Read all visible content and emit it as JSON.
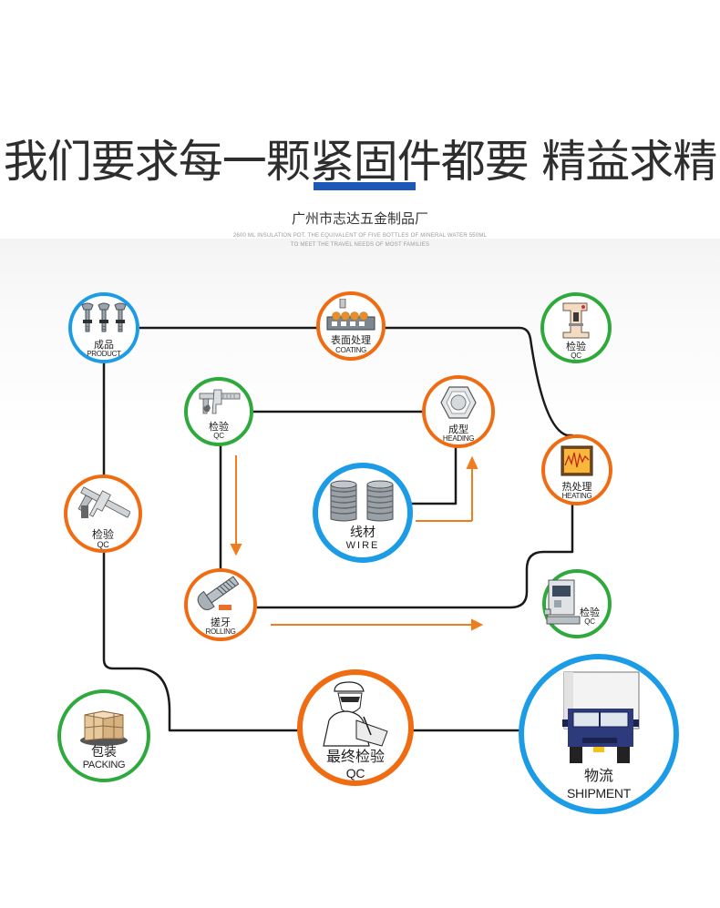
{
  "header": {
    "title": "我们要求每一颗紧固件都要 精益求精",
    "company": "广州市志达五金制品厂",
    "tagline_line1": "2600 ML INSULATION POT, THE EQUIVALENT OF FIVE BOTTLES OF MINERAL WATER 550ML",
    "tagline_line2": "TO MEET THE TRAVEL NEEDS OF MOST FAMILIES"
  },
  "nodes": {
    "product": {
      "cn": "成品",
      "en": "PRODUCT",
      "ring": "#1c9be6",
      "icon": "bolts-icon"
    },
    "coating": {
      "cn": "表面处理",
      "en": "COATING",
      "ring": "#ef6c12",
      "icon": "coating-line-icon"
    },
    "qc_top": {
      "cn": "检验",
      "en": "QC",
      "ring": "#2eaa3d",
      "icon": "hardness-tester-icon"
    },
    "qc_inner": {
      "cn": "检验",
      "en": "QC",
      "ring": "#2eaa3d",
      "icon": "caliper-icon"
    },
    "heading": {
      "cn": "成型",
      "en": "HEADING",
      "ring": "#ef6c12",
      "icon": "hex-bolt-head-icon"
    },
    "heating": {
      "cn": "热处理",
      "en": "HEATING",
      "ring": "#ef6c12",
      "icon": "furnace-chart-icon"
    },
    "wire": {
      "cn": "线材",
      "en": "WIRE",
      "ring": "#1c9be6",
      "icon": "wire-coils-icon"
    },
    "qc_left": {
      "cn": "检验",
      "en": "QC",
      "ring": "#ef6c12",
      "icon": "caliper-icon"
    },
    "rolling": {
      "cn": "搓牙",
      "en": "ROLLING",
      "ring": "#ef6c12",
      "icon": "threaded-bolt-icon"
    },
    "qc_right": {
      "cn": "检验",
      "en": "QC",
      "ring": "#2eaa3d",
      "icon": "measuring-machine-icon"
    },
    "packing": {
      "cn": "包装",
      "en": "PACKING",
      "ring": "#2eaa3d",
      "icon": "boxes-icon"
    },
    "final_qc": {
      "cn": "最终检验",
      "en": "QC",
      "ring": "#ef6c12",
      "icon": "inspector-icon"
    },
    "shipment": {
      "cn": "物流",
      "en": "SHIPMENT",
      "ring": "#1c9be6",
      "icon": "truck-icon"
    }
  },
  "colors": {
    "accent_bar": "#1c58b6",
    "blue": "#1c9be6",
    "orange": "#ef6c12",
    "green": "#2eaa3d",
    "line": "#1a1a1a"
  }
}
